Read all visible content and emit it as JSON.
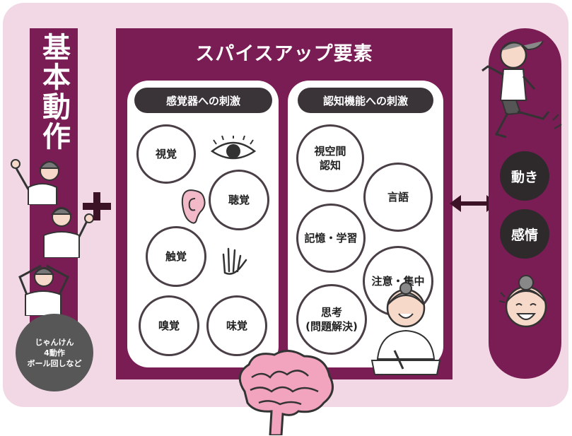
{
  "left": {
    "title": "基本動作",
    "note_lines": [
      "じゃんけん",
      "4動作",
      "ボール回しなど"
    ]
  },
  "main": {
    "title": "スパイスアップ要素",
    "sensory": {
      "label": "感覚器への刺激",
      "items": [
        "視覚",
        "聴覚",
        "触覚",
        "嗅覚",
        "味覚"
      ]
    },
    "cognitive": {
      "label": "認知機能への刺激",
      "items": [
        {
          "line1": "視空間",
          "line2": "認知"
        },
        {
          "line1": "言語",
          "line2": ""
        },
        {
          "line1": "記憶・学習",
          "line2": ""
        },
        {
          "line1": "注意・集中",
          "line2": ""
        },
        {
          "line1": "思考",
          "line2": "(問題解決)"
        }
      ]
    }
  },
  "right": {
    "items": [
      "動き",
      "感情"
    ]
  },
  "colors": {
    "background": "#f1d8e4",
    "accent": "#7a1d55",
    "dark": "#2e2a2c",
    "brain": "#f2a4bf"
  },
  "icons": [
    "eye-icon",
    "ear-icon",
    "hand-icon",
    "brain-icon",
    "double-arrow-icon",
    "plus-icon"
  ]
}
